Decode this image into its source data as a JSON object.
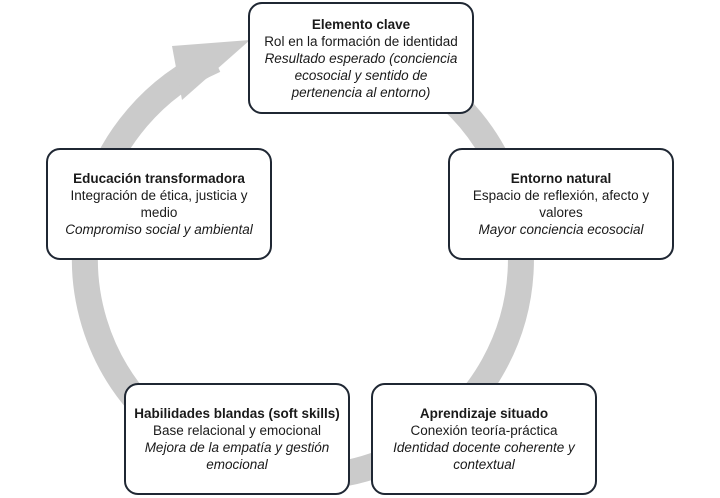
{
  "colors": {
    "ring": "#cbcbcb",
    "box_border": "#1f2733",
    "text": "#1a1a1a",
    "background": "#ffffff"
  },
  "nodes": [
    {
      "title": "Elemento clave",
      "description": "Rol en la formación de identidad",
      "result": "Resultado esperado (conciencia ecosocial y sentido de pertenencia al entorno)"
    },
    {
      "title": "Entorno natural",
      "description": "Espacio de reflexión, afecto y valores",
      "result": "Mayor conciencia ecosocial"
    },
    {
      "title": "Aprendizaje situado",
      "description": "Conexión teoría-práctica",
      "result": "Identidad docente coherente y contextual"
    },
    {
      "title": "Habilidades blandas (soft skills)",
      "description": "Base relacional y emocional",
      "result": "Mejora de la empatía y gestión emocional"
    },
    {
      "title": "Educación transformadora",
      "description": "Integración de ética, justicia y medio",
      "result": "Compromiso social y ambiental"
    }
  ]
}
